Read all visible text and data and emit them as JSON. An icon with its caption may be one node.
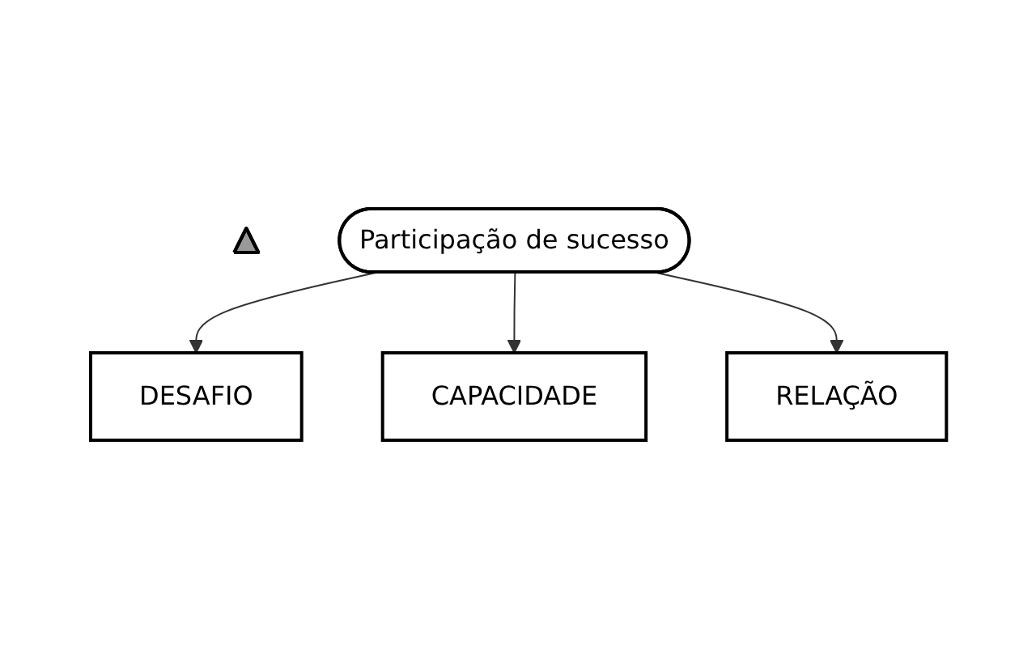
{
  "diagram": {
    "nodes": [
      {
        "text": [],
        "shape": "triangle"
      },
      {
        "text": [
          "DESAFIO"
        ]
      },
      {
        "text": [
          "Participação de sucesso"
        ]
      },
      {
        "text": [
          "CAPACIDADE"
        ]
      },
      {
        "text": [
          "RELAÇÃO"
        ]
      }
    ],
    "edges": [
      {
        "from": 2,
        "to": 1,
        "arrow": "to"
      },
      {
        "from": 2,
        "to": 3,
        "arrow": "to"
      },
      {
        "from": 2,
        "to": 4,
        "arrow": "to"
      }
    ]
  }
}
